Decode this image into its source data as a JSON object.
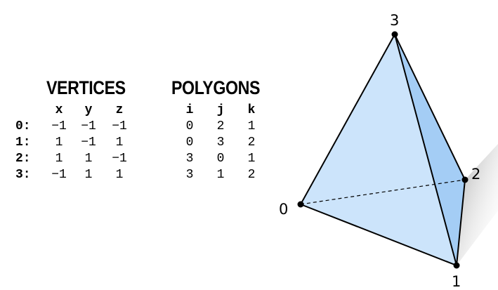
{
  "vertices": {
    "title": "VERTICES",
    "columns": [
      "x",
      "y",
      "z"
    ],
    "rows": [
      {
        "label": "0:",
        "values": [
          "−1",
          "−1",
          "−1"
        ]
      },
      {
        "label": "1:",
        "values": [
          "1",
          "−1",
          "1"
        ]
      },
      {
        "label": "2:",
        "values": [
          "1",
          "1",
          "−1"
        ]
      },
      {
        "label": "3:",
        "values": [
          "−1",
          "1",
          "1"
        ]
      }
    ]
  },
  "polygons": {
    "title": "POLYGONS",
    "columns": [
      "i",
      "j",
      "k"
    ],
    "rows": [
      {
        "values": [
          "0",
          "2",
          "1"
        ]
      },
      {
        "values": [
          "0",
          "3",
          "2"
        ]
      },
      {
        "values": [
          "3",
          "0",
          "1"
        ]
      },
      {
        "values": [
          "3",
          "1",
          "2"
        ]
      }
    ]
  },
  "diagram": {
    "vertex_labels": [
      "0",
      "1",
      "2",
      "3"
    ],
    "colors": {
      "face_light": "#cce4fb",
      "face_dark": "#a4cdf5",
      "edge": "#000000",
      "shadow": "#bfbfbf"
    }
  }
}
